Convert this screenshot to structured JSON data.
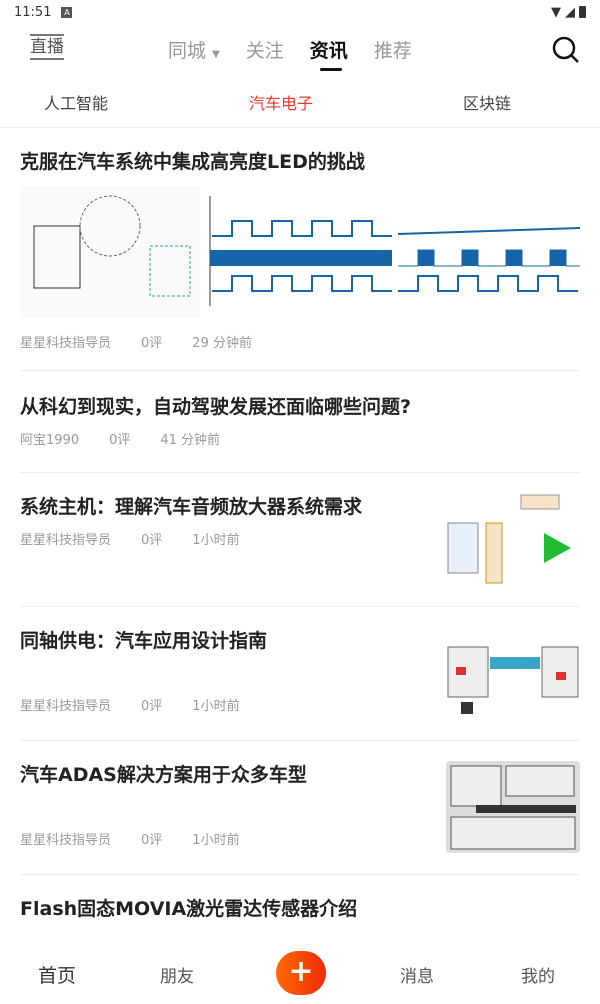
{
  "status": {
    "time": "11:51",
    "badge": "A"
  },
  "header": {
    "live": "直播",
    "tabs": [
      {
        "label": "同城"
      },
      {
        "label": "关注"
      },
      {
        "label": "资讯"
      },
      {
        "label": "推荐"
      }
    ],
    "active_tab": "资讯"
  },
  "categories": [
    {
      "label": "人工智能"
    },
    {
      "label": "汽车电子"
    },
    {
      "label": "区块链"
    }
  ],
  "accent": "#e8392b",
  "articles": [
    {
      "title": "克服在汽车系统中集成高亮度LED的挑战",
      "author": "星星科技指导员",
      "comments": "0评",
      "time": "29 分钟前"
    },
    {
      "title": "从科幻到现实，自动驾驶发展还面临哪些问题?",
      "author": "阿宝1990",
      "comments": "0评",
      "time": "41 分钟前"
    },
    {
      "title": "系统主机：理解汽车音频放大器系统需求",
      "author": "星星科技指导员",
      "comments": "0评",
      "time": "1小时前"
    },
    {
      "title": "同轴供电：汽车应用设计指南",
      "author": "星星科技指导员",
      "comments": "0评",
      "time": "1小时前"
    },
    {
      "title": "汽车ADAS解决方案用于众多车型",
      "author": "星星科技指导员",
      "comments": "0评",
      "time": "1小时前"
    },
    {
      "title": "Flash固态MOVIA激光雷达传感器介绍"
    }
  ],
  "nav": {
    "home": "首页",
    "friends": "朋友",
    "add": "+",
    "messages": "消息",
    "me": "我的"
  }
}
